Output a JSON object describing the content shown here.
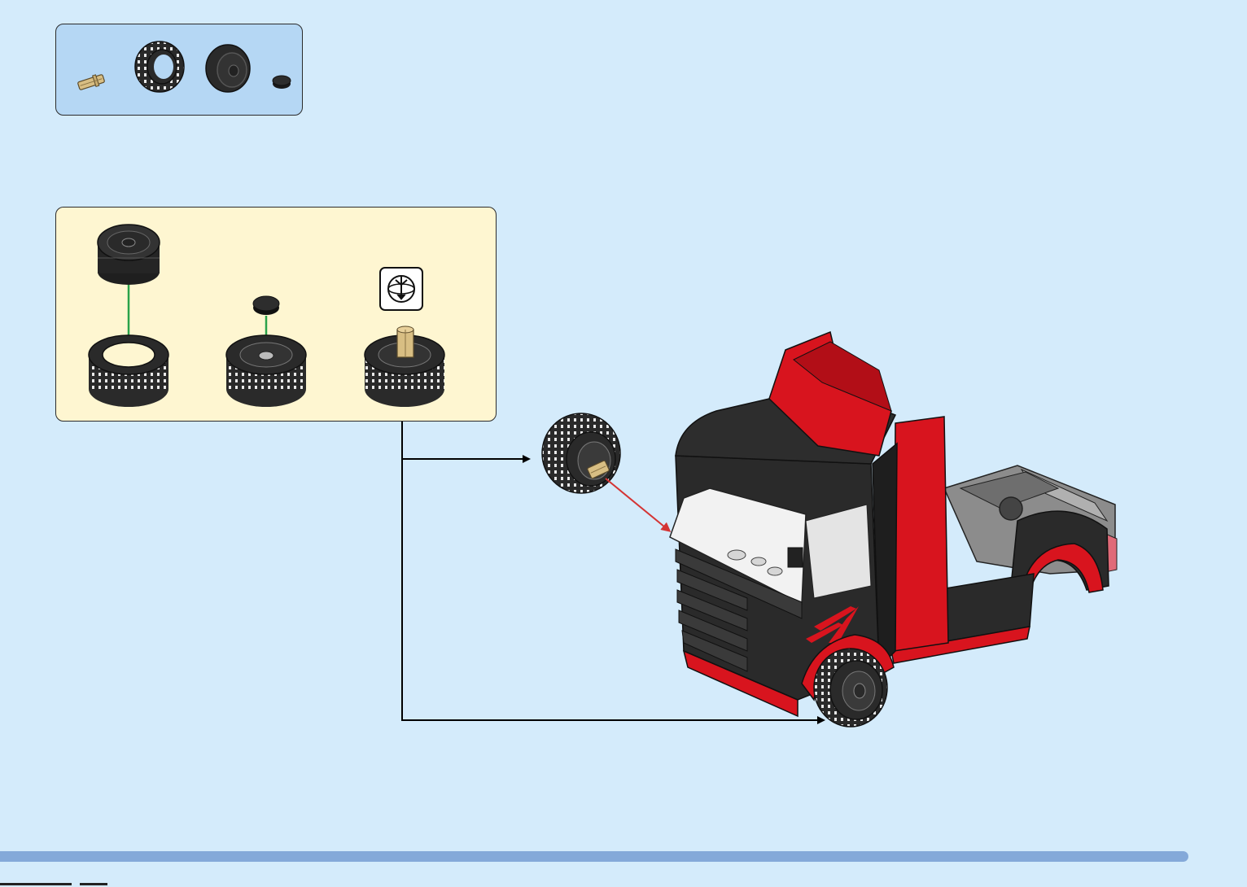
{
  "parts_list": {
    "items": [
      {
        "name": "axle-pin",
        "color": "#d8be83"
      },
      {
        "name": "tire",
        "color": "#2a2a2a"
      },
      {
        "name": "wheel-rim",
        "color": "#2a2a2a"
      },
      {
        "name": "round-tile",
        "color": "#2a2a2a"
      }
    ]
  },
  "sub_assembly": {
    "steps": [
      {
        "name": "press-rim-into-tire"
      },
      {
        "name": "attach-hub-tile"
      },
      {
        "name": "insert-axle-pin"
      }
    ],
    "rotate_icon": "rotate-model-icon"
  },
  "colors": {
    "background": "#d4ebfb",
    "parts_box": "#b5d7f4",
    "sub_box": "#fef6d1",
    "truck_red": "#d8141e",
    "truck_black": "#2a2a2a",
    "guide_arrow_green": "#2aa24a",
    "guide_arrow_red": "#d43434",
    "progress_bar": "#84a9d9"
  },
  "progress": {
    "fraction": 1.0
  }
}
